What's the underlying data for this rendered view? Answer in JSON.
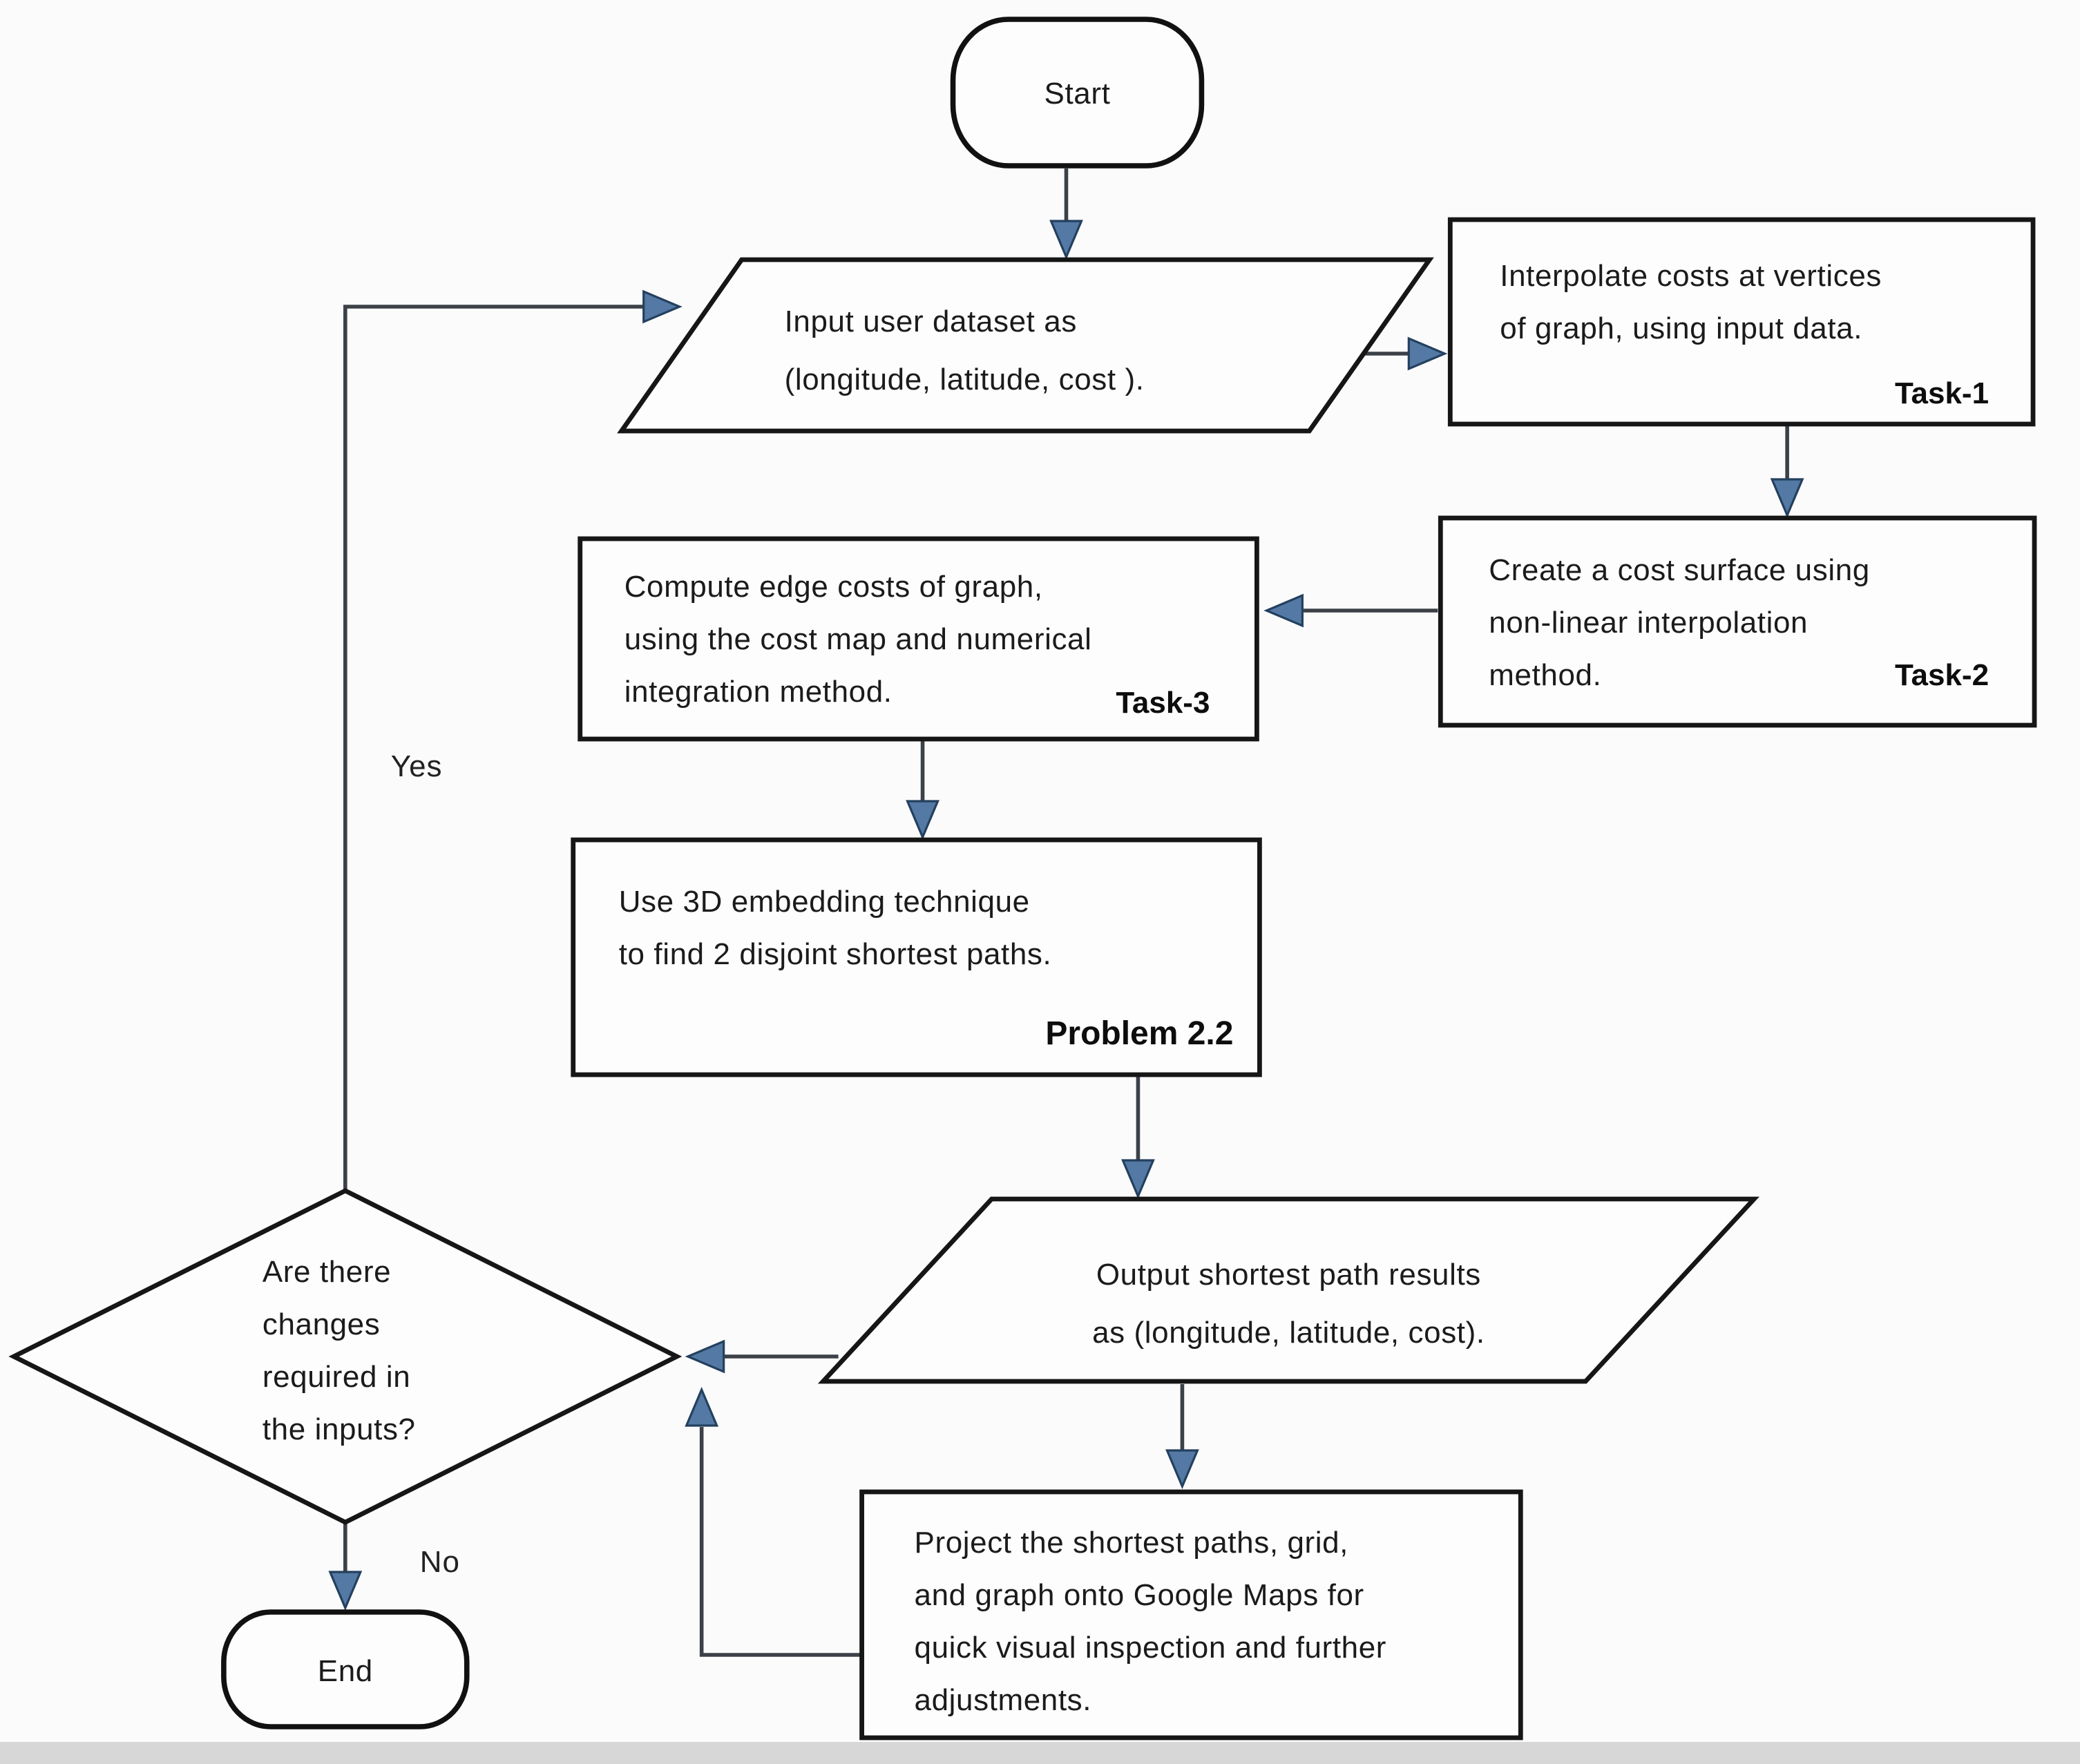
{
  "nodes": {
    "start": {
      "label": "Start"
    },
    "input": {
      "line1": "Input user dataset as",
      "line2": "(longitude, latitude, cost )."
    },
    "task1": {
      "line1": "Interpolate costs at vertices",
      "line2": "of graph, using input data.",
      "tag": "Task-1"
    },
    "task2": {
      "line1": "Create a cost surface using",
      "line2": "non-linear interpolation",
      "line3": "method.",
      "tag": "Task-2"
    },
    "task3": {
      "line1": "Compute edge costs of graph,",
      "line2": "using the cost map and numerical",
      "line3": "integration method.",
      "tag": "Task-3"
    },
    "problem": {
      "line1": "Use 3D embedding technique",
      "line2": "to find 2 disjoint shortest paths.",
      "tag": "Problem 2.2"
    },
    "output": {
      "line1": "Output shortest path results",
      "line2": "as (longitude, latitude, cost)."
    },
    "project": {
      "line1": "Project the shortest paths, grid,",
      "line2": "and graph onto Google Maps for",
      "line3": "quick visual inspection and further",
      "line4": "adjustments."
    },
    "decision": {
      "line1": "Are there",
      "line2": "changes",
      "line3": "required in",
      "line4": "the inputs?"
    },
    "end": {
      "label": "End"
    }
  },
  "edge_labels": {
    "yes": "Yes",
    "no": "No"
  },
  "colors": {
    "arrowhead_fill": "#5379a4",
    "arrowhead_outline": "#24405e",
    "connector_line": "#3c4148",
    "shape_border": "#161616",
    "shape_fill": "#fdfdfd",
    "page_background": "#fbfbfc",
    "footer_band": "#d7d7d7"
  }
}
